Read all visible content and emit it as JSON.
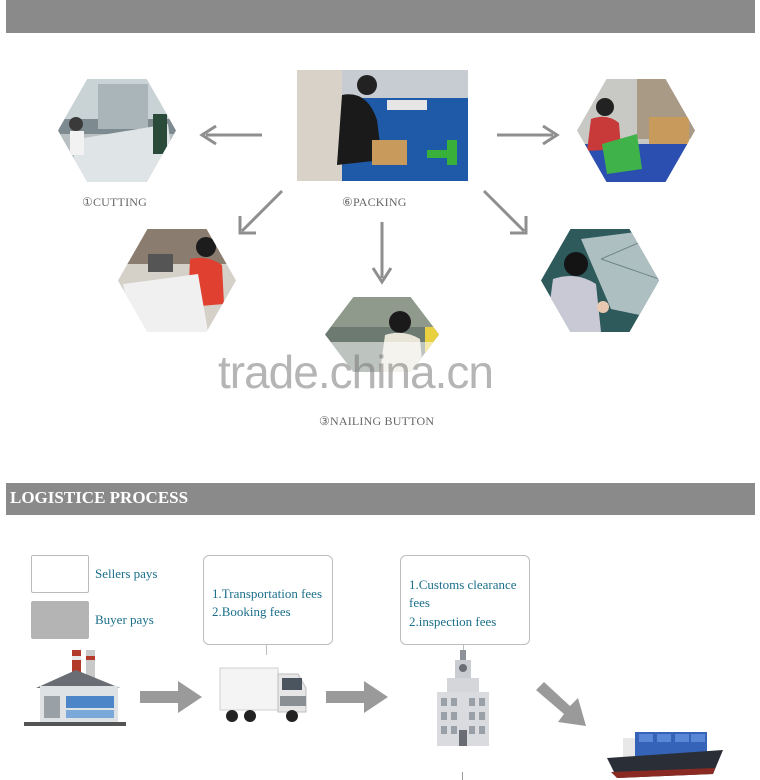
{
  "production": {
    "steps": [
      {
        "id": "cutting",
        "label": "①CUTTING"
      },
      {
        "id": "packing",
        "label": "⑥PACKING"
      },
      {
        "id": "nailing",
        "label": "③NAILING BUTTON"
      }
    ]
  },
  "watermark": "trade.china.cn",
  "logistics": {
    "title": "LOGISTICE PROCESS",
    "legend": {
      "sellers": "Sellers pays",
      "buyer": "Buyer pays"
    },
    "transport_box": {
      "line1": "1.Transportation fees",
      "line2": "2.Booking fees"
    },
    "customs_box": {
      "line1": "1.Customs clearance",
      "line2": "fees",
      "line3": "2.inspection fees"
    }
  },
  "colors": {
    "bar": "#8a8a8a",
    "text_blue": "#1b6f8a",
    "arrow": "#8f8f8f"
  }
}
